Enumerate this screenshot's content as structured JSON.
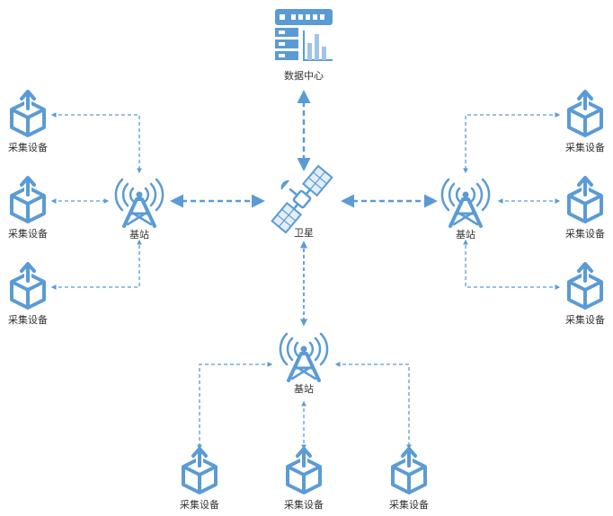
{
  "labels": {
    "data_center": "数据中心",
    "satellite": "卫星",
    "base_station": "基站",
    "device": "采集设备"
  },
  "colors": {
    "icon": "#5b9bd5",
    "icon_light": "#e3eef9",
    "line": "#5b9bd5",
    "text": "#333333"
  }
}
